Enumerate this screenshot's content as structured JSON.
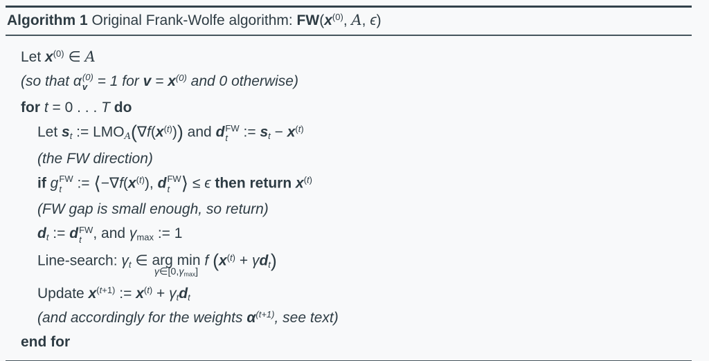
{
  "page": {
    "background": "#f8f9fa",
    "ink": "#2e3c44",
    "rule_color": "#45545c"
  },
  "header": {
    "seg": [
      {
        "t": "Algorithm 1",
        "c": "b"
      },
      {
        "t": " Original Frank-Wolfe algorithm:  "
      },
      {
        "t": "FW",
        "c": "b"
      },
      {
        "t": "("
      },
      {
        "t": "x",
        "c": "bi"
      },
      {
        "t": "(0)",
        "c": "sup"
      },
      {
        "t": ", "
      },
      {
        "t": "A",
        "c": "cal"
      },
      {
        "t": ", "
      },
      {
        "t": "ϵ",
        "c": "m"
      },
      {
        "t": ")"
      }
    ]
  },
  "lines": [
    {
      "ind": 1,
      "comment": false,
      "xtra": false,
      "seg": [
        {
          "t": "Let "
        },
        {
          "t": "x",
          "c": "bi"
        },
        {
          "t": "(0)",
          "c": "sup"
        },
        {
          "t": " ∈ "
        },
        {
          "t": "A",
          "c": "cal"
        }
      ]
    },
    {
      "ind": 1,
      "comment": true,
      "xtra": false,
      "seg": [
        {
          "t": "(so that "
        },
        {
          "t": "α",
          "c": "m"
        },
        {
          "ss": {
            "sup": [
              {
                "t": "(0)"
              }
            ],
            "sub": [
              {
                "t": "v",
                "c": "bi"
              }
            ]
          }
        },
        {
          "t": " = 1 for "
        },
        {
          "t": "v",
          "c": "bi"
        },
        {
          "t": " = "
        },
        {
          "t": "x",
          "c": "bi"
        },
        {
          "t": "(0)",
          "c": "sup"
        },
        {
          "t": " and 0 otherwise)"
        }
      ]
    },
    {
      "ind": 1,
      "comment": false,
      "xtra": false,
      "seg": [
        {
          "t": "for ",
          "c": "b"
        },
        {
          "t": "t",
          "c": "m"
        },
        {
          "t": " = 0 . . . "
        },
        {
          "t": "T",
          "c": "m"
        },
        {
          "t": " "
        },
        {
          "t": "do",
          "c": "b"
        }
      ]
    },
    {
      "ind": 2,
      "comment": false,
      "xtra": false,
      "seg": [
        {
          "t": "Let "
        },
        {
          "t": "s",
          "c": "bi"
        },
        {
          "t": "t",
          "c": "sub m"
        },
        {
          "t": " := LMO"
        },
        {
          "t": "A",
          "c": "sub cal"
        },
        {
          "t": "(",
          "c": "big"
        },
        {
          "t": "∇"
        },
        {
          "t": "f",
          "c": "m"
        },
        {
          "t": "("
        },
        {
          "t": "x",
          "c": "bi"
        },
        {
          "c": "sup",
          "k": [
            {
              "t": "("
            },
            {
              "t": "t",
              "c": "m"
            },
            {
              "t": ")"
            }
          ]
        },
        {
          "t": ")"
        },
        {
          "t": ")",
          "c": "big"
        },
        {
          "t": " and "
        },
        {
          "t": "d",
          "c": "bi"
        },
        {
          "ss": {
            "sup": [
              {
                "t": "FW"
              }
            ],
            "sub": [
              {
                "t": "t",
                "c": "m"
              }
            ]
          }
        },
        {
          "t": " := "
        },
        {
          "t": "s",
          "c": "bi"
        },
        {
          "t": "t",
          "c": "sub m"
        },
        {
          "t": " − "
        },
        {
          "t": "x",
          "c": "bi"
        },
        {
          "c": "sup",
          "k": [
            {
              "t": "("
            },
            {
              "t": "t",
              "c": "m"
            },
            {
              "t": ")"
            }
          ]
        }
      ]
    },
    {
      "ind": 2,
      "comment": true,
      "xtra": false,
      "seg": [
        {
          "t": "(the FW direction)"
        }
      ]
    },
    {
      "ind": 2,
      "comment": false,
      "xtra": false,
      "seg": [
        {
          "t": "if ",
          "c": "b"
        },
        {
          "t": "g",
          "c": "m"
        },
        {
          "ss": {
            "sup": [
              {
                "t": "FW"
              }
            ],
            "sub": [
              {
                "t": "t",
                "c": "m"
              }
            ]
          }
        },
        {
          "t": " := "
        },
        {
          "t": "⟨",
          "c": "ang"
        },
        {
          "t": "−∇"
        },
        {
          "t": "f",
          "c": "m"
        },
        {
          "t": "("
        },
        {
          "t": "x",
          "c": "bi"
        },
        {
          "c": "sup",
          "k": [
            {
              "t": "("
            },
            {
              "t": "t",
              "c": "m"
            },
            {
              "t": ")"
            }
          ]
        },
        {
          "t": ")"
        },
        {
          "t": ", "
        },
        {
          "t": "d",
          "c": "bi"
        },
        {
          "ss": {
            "sup": [
              {
                "t": "FW"
              }
            ],
            "sub": [
              {
                "t": "t",
                "c": "m"
              }
            ]
          }
        },
        {
          "t": "⟩",
          "c": "ang"
        },
        {
          "t": " ≤ "
        },
        {
          "t": "ϵ",
          "c": "m"
        },
        {
          "t": " "
        },
        {
          "t": "then return ",
          "c": "b"
        },
        {
          "t": "x",
          "c": "bi"
        },
        {
          "c": "sup",
          "k": [
            {
              "t": "("
            },
            {
              "t": "t",
              "c": "m"
            },
            {
              "t": ")"
            }
          ]
        }
      ]
    },
    {
      "ind": 2,
      "comment": true,
      "xtra": false,
      "seg": [
        {
          "t": "(FW gap is small enough, so return)"
        }
      ]
    },
    {
      "ind": 2,
      "comment": false,
      "xtra": false,
      "seg": [
        {
          "t": "d",
          "c": "bi"
        },
        {
          "t": "t",
          "c": "sub m"
        },
        {
          "t": " := "
        },
        {
          "t": "d",
          "c": "bi"
        },
        {
          "ss": {
            "sup": [
              {
                "t": "FW"
              }
            ],
            "sub": [
              {
                "t": "t",
                "c": "m"
              }
            ]
          }
        },
        {
          "t": ", and "
        },
        {
          "t": "γ",
          "c": "m"
        },
        {
          "t": "max",
          "c": "sub"
        },
        {
          "t": " := 1"
        }
      ]
    },
    {
      "ind": 2,
      "comment": false,
      "xtra": true,
      "seg": [
        {
          "t": "Line-search: "
        },
        {
          "t": "γ",
          "c": "m"
        },
        {
          "t": "t",
          "c": "sub m"
        },
        {
          "t": " ∈ "
        },
        {
          "un": {
            "top": [
              {
                "t": "arg min"
              }
            ],
            "bot": [
              {
                "t": "γ",
                "c": "m"
              },
              {
                "t": "∈[0,"
              },
              {
                "t": "γ",
                "c": "m"
              },
              {
                "t": "max",
                "c": "sub"
              },
              {
                "t": "]"
              }
            ]
          }
        },
        {
          "t": " "
        },
        {
          "t": "f",
          "c": "m"
        },
        {
          "t": " "
        },
        {
          "t": "(",
          "c": "big"
        },
        {
          "t": "x",
          "c": "bi"
        },
        {
          "c": "sup",
          "k": [
            {
              "t": "("
            },
            {
              "t": "t",
              "c": "m"
            },
            {
              "t": ")"
            }
          ]
        },
        {
          "t": " + "
        },
        {
          "t": "γ",
          "c": "m"
        },
        {
          "t": "d",
          "c": "bi"
        },
        {
          "t": "t",
          "c": "sub m"
        },
        {
          "t": ")",
          "c": "big"
        }
      ]
    },
    {
      "ind": 2,
      "comment": false,
      "xtra": false,
      "seg": [
        {
          "t": "Update "
        },
        {
          "t": "x",
          "c": "bi"
        },
        {
          "c": "sup",
          "k": [
            {
              "t": "("
            },
            {
              "t": "t",
              "c": "m"
            },
            {
              "t": "+1)"
            }
          ]
        },
        {
          "t": " := "
        },
        {
          "t": "x",
          "c": "bi"
        },
        {
          "c": "sup",
          "k": [
            {
              "t": "("
            },
            {
              "t": "t",
              "c": "m"
            },
            {
              "t": ")"
            }
          ]
        },
        {
          "t": " + "
        },
        {
          "t": "γ",
          "c": "m"
        },
        {
          "t": "t",
          "c": "sub m"
        },
        {
          "t": "d",
          "c": "bi"
        },
        {
          "t": "t",
          "c": "sub m"
        }
      ]
    },
    {
      "ind": 2,
      "comment": true,
      "xtra": false,
      "seg": [
        {
          "t": "(and accordingly for the weights "
        },
        {
          "t": "α",
          "c": "bi"
        },
        {
          "c": "sup",
          "k": [
            {
              "t": "("
            },
            {
              "t": "t",
              "c": "m"
            },
            {
              "t": "+1)"
            }
          ]
        },
        {
          "t": ", see text)"
        }
      ]
    },
    {
      "ind": 1,
      "comment": false,
      "xtra": false,
      "seg": [
        {
          "t": "end for",
          "c": "b"
        }
      ]
    }
  ]
}
